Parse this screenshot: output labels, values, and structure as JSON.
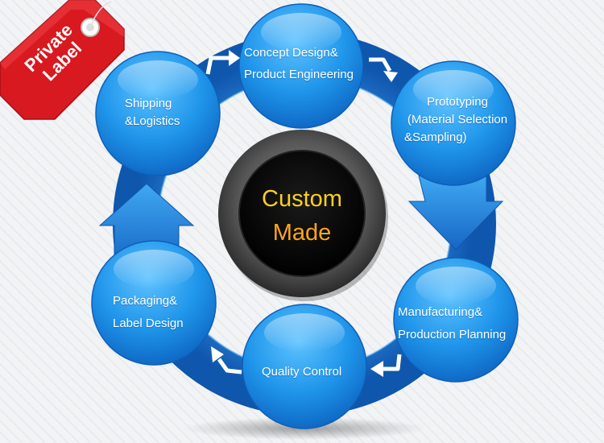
{
  "diagram": {
    "center": {
      "line1": "Custom",
      "line2": "Made",
      "text_color_top": "#ffd21a",
      "text_color_bottom": "#ff9a00"
    },
    "tag": {
      "line1": "Private",
      "line2": "Label",
      "color": "#d81920"
    },
    "nodes": [
      {
        "lines": [
          "Concept Design&",
          "Product Engineering"
        ]
      },
      {
        "lines": [
          "Prototyping",
          "(Material Selection",
          "&Sampling)"
        ]
      },
      {
        "lines": [
          "Manufacturing&",
          "Production Planning"
        ]
      },
      {
        "lines": [
          "Quality Control"
        ]
      },
      {
        "lines": [
          "Packaging&",
          "Label Design"
        ]
      },
      {
        "lines": [
          "Shipping",
          "&Logistics"
        ]
      }
    ],
    "colors": {
      "node_fill": "#1e90e6",
      "ring_fill": "#1f6fc8",
      "background": "#f3f4f6"
    }
  }
}
